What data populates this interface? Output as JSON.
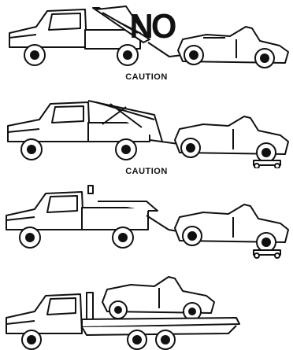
{
  "illustrations": [
    {
      "mark": "NO",
      "caption": "CAUTION"
    },
    {
      "caption": "CAUTION"
    },
    {
      "caption": ""
    },
    {
      "caption": ""
    }
  ]
}
